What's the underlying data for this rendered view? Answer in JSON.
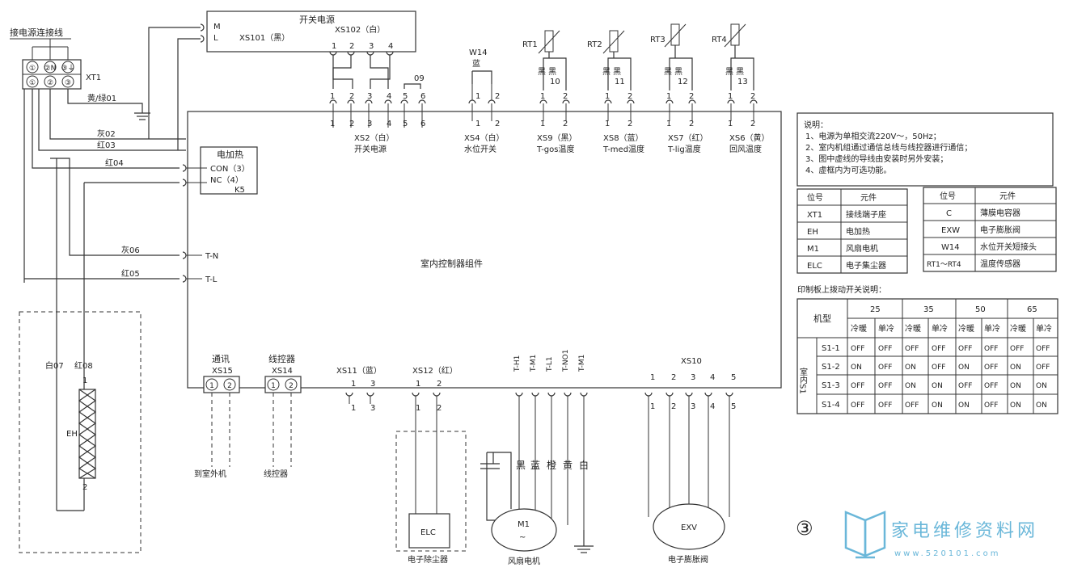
{
  "terminal_block": {
    "title": "接电源连接线",
    "ref": "XT1",
    "top_labels": [
      "①",
      "②N",
      "③⏚"
    ],
    "bottom_labels": [
      "①",
      "②",
      "③"
    ]
  },
  "switch_power": {
    "title": "开关电源",
    "pins": [
      "M",
      "L"
    ],
    "connector": "XS101（黑）",
    "xs102": "XS102（白）",
    "xs102_pins": [
      "1",
      "2",
      "3",
      "4"
    ]
  },
  "xs2": {
    "label": "XS2（白）",
    "sub": "开关电源",
    "pins": [
      "1",
      "2",
      "3",
      "4",
      "5",
      "6"
    ],
    "extra": "09"
  },
  "xs4": {
    "w14": "W14",
    "w14_color": "蓝",
    "label": "XS4（白）",
    "sub": "水位开关",
    "pins": [
      "1",
      "2"
    ]
  },
  "sensors": [
    {
      "rt": "RT1",
      "wires": "黑 黑",
      "num": "10",
      "label": "XS9（黑）",
      "sub": "T-gos温度"
    },
    {
      "rt": "RT2",
      "wires": "黑 黑",
      "num": "11",
      "label": "XS8（蓝）",
      "sub": "T-med温度"
    },
    {
      "rt": "RT3",
      "wires": "黑 黑",
      "num": "12",
      "label": "XS7（红）",
      "sub": "T-lig温度"
    },
    {
      "rt": "RT4",
      "wires": "黑 黑",
      "num": "13",
      "label": "XS6（黄）",
      "sub": "回风温度"
    }
  ],
  "pin_pair": [
    "1",
    "2"
  ],
  "wires_left": {
    "yellow_green": "黄/绿01",
    "gray02": "灰02",
    "red03": "红03",
    "red04": "红04",
    "gray06": "灰06",
    "red05": "红05",
    "white07": "白07",
    "red08": "红08"
  },
  "heater": {
    "title": "电加热",
    "con": "CON（3）",
    "nc": "NC（4）",
    "k5": "K5",
    "tn": "T-N",
    "tl": "T-L",
    "ref": "EH",
    "pin1": "1",
    "pin2": "2"
  },
  "controller": {
    "title": "室内控制器组件"
  },
  "bottom": {
    "comm": "通讯",
    "xs15": "XS15",
    "wire_ctrl": "线控器",
    "xs14": "XS14",
    "xs11": "XS11（蓝）",
    "xs11_pins": [
      "1",
      "3"
    ],
    "xs12": "XS12（红）",
    "xs12_pins": [
      "1",
      "2"
    ],
    "to_outdoor": "到室外机",
    "wire_ctrl2": "线控器",
    "elc": "ELC",
    "elc_caption": "电子除尘器",
    "fan_pins": [
      "T-H1",
      "T-M1",
      "T-L1",
      "T-NO1",
      "T-M1"
    ],
    "fan_colors": [
      "黑",
      "蓝",
      "橙",
      "黄",
      "白"
    ],
    "motor": "M1",
    "motor_sym": "~",
    "motor_caption": "风扇电机",
    "xs10": "XS10",
    "xs10_pins": [
      "1",
      "2",
      "3",
      "4",
      "5"
    ],
    "exv": "EXV",
    "exv_caption": "电子膨胀阀"
  },
  "notes": {
    "title": "说明：",
    "lines": [
      "1、电源为单相交流220V～，50Hz；",
      "2、室内机组通过通信总线与线控器进行通信；",
      "3、图中虚线的导线由安装时另外安装；",
      "4、虚框内为可选功能。"
    ]
  },
  "legend": {
    "headers": [
      "位号",
      "元件"
    ],
    "left": [
      [
        "XT1",
        "接线端子座"
      ],
      [
        "EH",
        "电加热"
      ],
      [
        "M1",
        "风扇电机"
      ],
      [
        "ELC",
        "电子集尘器"
      ]
    ],
    "right": [
      [
        "C",
        "薄膜电容器"
      ],
      [
        "EXW",
        "电子膨胀阀"
      ],
      [
        "W14",
        "水位开关短接头"
      ],
      [
        "RT1～RT4",
        "温度传感器"
      ]
    ]
  },
  "dip_switch": {
    "title": "印制板上拨动开关说明：",
    "model_label": "机型",
    "models": [
      "25",
      "35",
      "50",
      "65"
    ],
    "modes": [
      "冷暖",
      "单冷"
    ],
    "row_group": "室内S1",
    "rows": [
      {
        "name": "S1-1",
        "vals": [
          "OFF",
          "OFF",
          "OFF",
          "OFF",
          "OFF",
          "OFF",
          "OFF",
          "OFF"
        ]
      },
      {
        "name": "S1-2",
        "vals": [
          "ON",
          "OFF",
          "ON",
          "OFF",
          "ON",
          "OFF",
          "ON",
          "OFF"
        ]
      },
      {
        "name": "S1-3",
        "vals": [
          "OFF",
          "OFF",
          "ON",
          "ON",
          "OFF",
          "OFF",
          "ON",
          "ON"
        ]
      },
      {
        "name": "S1-4",
        "vals": [
          "OFF",
          "OFF",
          "OFF",
          "ON",
          "ON",
          "OFF",
          "ON",
          "ON"
        ]
      }
    ]
  },
  "page_number": "③",
  "logo": {
    "text": "家电维修资料网",
    "sub": "www.520101.com"
  }
}
